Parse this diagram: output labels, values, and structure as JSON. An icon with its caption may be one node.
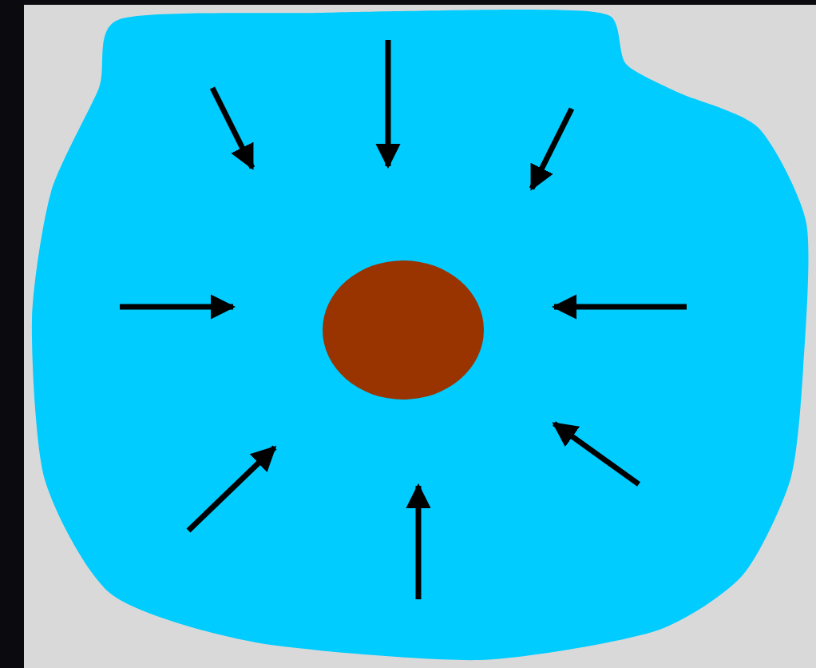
{
  "diagram": {
    "nodes": [
      {
        "text": [],
        "shape": "cloud"
      },
      {
        "text": [],
        "shape": "circle",
        "in": 0
      }
    ]
  }
}
